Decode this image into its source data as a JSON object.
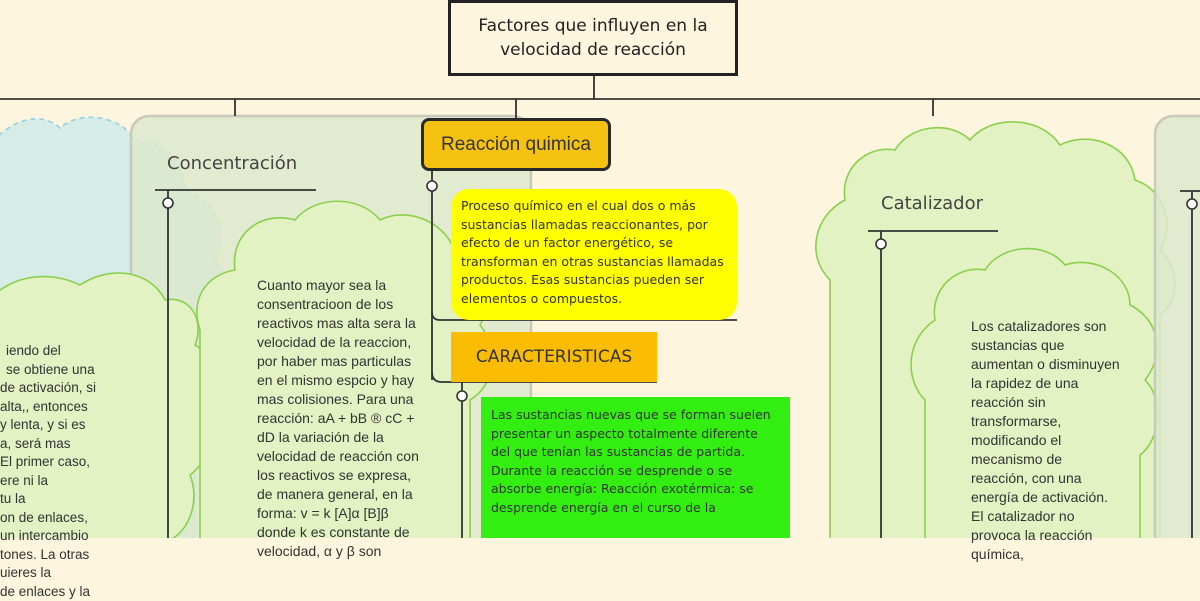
{
  "title": "Factores que influyen en la velocidad de reacción",
  "nodes": {
    "concentracion": {
      "label": "Concentración",
      "text": "Cuanto mayor sea la consentracioon de los reactivos mas alta sera la velocidad de la reaccion, por haber mas particulas en el mismo espcio y hay mas colisiones. Para una reacción: aA + bB ® cC + dD la variación de la velocidad de reacción con los reactivos se expresa, de manera general, en la forma: v = k [A]α [B]β donde k es constante de velocidad, α y β son"
    },
    "reaccion_quimica": {
      "label": "Reacción quimica",
      "text": "Proceso químico en el cual dos o más sustancias llamadas reaccionantes, por efecto de un factor energético, se transforman en otras sustancias llamadas productos. Esas sustancias pueden ser elementos o compuestos."
    },
    "caracteristicas": {
      "label": "CARACTERISTICAS",
      "text": "Las sustancias nuevas que se forman suelen presentar un aspecto totalmente diferente del que tenían las sustancias de partida. Durante la reacción se desprende o se absorbe energía: Reacción exotérmica: se desprende energía en el curso de la"
    },
    "catalizador": {
      "label": "Catalizador",
      "text": "Los catalizadores son sustancias que aumentan o disminuyen la rapidez de una reacción sin transformarse, modificando el mecanismo de reacción, con una energía de activación. El catalizador no provoca la reacción química,"
    },
    "left_partial": {
      "lines": [
        "iendo del",
        "se obtiene una",
        "de activación, si",
        "alta,, entonces",
        "y lenta, y si es",
        "a, será mas",
        "El primer caso,",
        "ere ni la",
        "tu la",
        "on de enlaces,",
        "un intercambio",
        "tones. La otras",
        "uieres la",
        "de enlaces y la"
      ]
    }
  },
  "colors": {
    "background": "#fdf5dd",
    "reaccion_fill": "#f5c211",
    "yellow_note": "#ffff00",
    "caracteristicas_fill": "#fbbc04",
    "green_note": "#33ee11",
    "cloud_green": "#e3f3c4",
    "cloud_blue": "#d5ece4"
  }
}
